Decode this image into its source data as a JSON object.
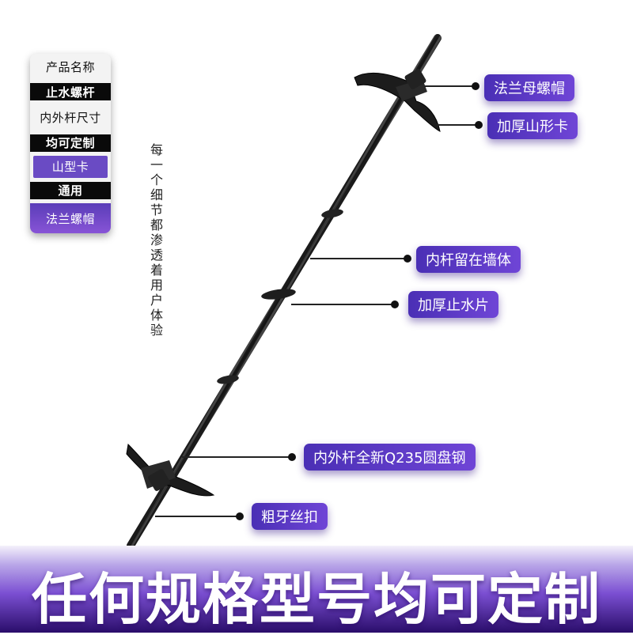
{
  "spec_panel": {
    "rows": [
      {
        "text": "产品名称",
        "style": "light"
      },
      {
        "text": "止水螺杆",
        "style": "dark"
      },
      {
        "text": "内外杆尺寸",
        "style": "light"
      },
      {
        "text": "均可定制",
        "style": "dark"
      },
      {
        "text": "山型卡",
        "style": "purple"
      },
      {
        "text": "通用",
        "style": "dark"
      },
      {
        "text": "法兰螺帽",
        "style": "purple-last"
      }
    ]
  },
  "vertical_slogan": "每一个细节都渗透着用户体验",
  "callouts": {
    "flange_nut": "法兰母螺帽",
    "thick_clip": "加厚山形卡",
    "inner_rod": "内杆留在墙体",
    "water_stop": "加厚止水片",
    "steel": "内外杆全新Q235圆盘钢",
    "thread": "粗牙丝扣"
  },
  "banner": {
    "text": "任何规格型号均可定制"
  },
  "colors": {
    "callout_start": "#4a2fb5",
    "callout_end": "#6f45d6",
    "rod": "#1a1a1a",
    "banner_dark": "#2a0d6a"
  }
}
